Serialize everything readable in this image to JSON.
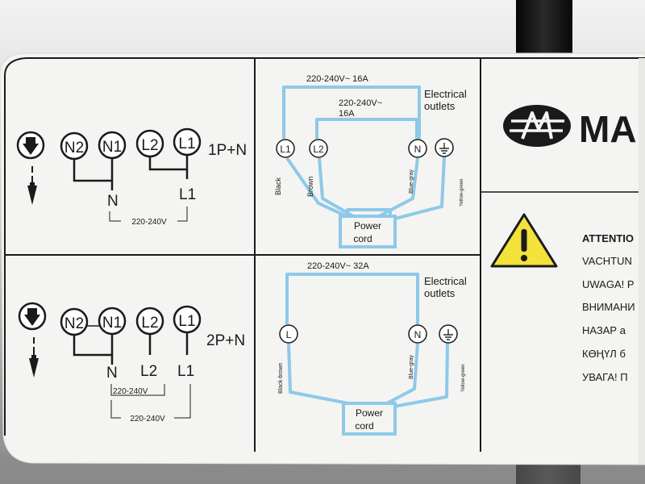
{
  "colors": {
    "wire": "#8ec9e8",
    "line": "#1a1a1a",
    "sticker": "#f4f4f2",
    "warning": "#f2e23a",
    "cable": "#141414"
  },
  "panel_1p": {
    "terminals": [
      "N2",
      "N1",
      "L2",
      "L1"
    ],
    "config": "1P+N",
    "bottom_left": "N",
    "bottom_right": "L1",
    "voltage": "220-240V"
  },
  "panel_2p": {
    "terminals": [
      "N2",
      "N1",
      "L2",
      "L1"
    ],
    "config": "2P+N",
    "bottom_left": "N",
    "bottom_mid": "L2",
    "bottom_right": "L1",
    "voltage_inner": "220-240V",
    "voltage_outer": "220-240V"
  },
  "wiring_1p": {
    "top_rating": "220-240V~ 16A",
    "inner_rating_1": "220-240V~",
    "inner_rating_2": "16A",
    "outlets_1": "Electrical",
    "outlets_2": "outlets",
    "terminals": [
      "L1",
      "L2",
      "N"
    ],
    "wire_labels": [
      "Black",
      "Brown",
      "Blue-gray",
      "Yellow-green"
    ],
    "cord_1": "Power",
    "cord_2": "cord"
  },
  "wiring_2p": {
    "top_rating": "220-240V~ 32A",
    "outlets_1": "Electrical",
    "outlets_2": "outlets",
    "terminals": [
      "L",
      "N"
    ],
    "wire_labels": [
      "Black-brown",
      "Blue-gray",
      "Yellow-green"
    ],
    "cord_1": "Power",
    "cord_2": "cord"
  },
  "brand": {
    "text": "MA"
  },
  "warnings": [
    "ATTENTIO",
    "VACHTUN",
    "UWAGA! P",
    "ВНИМАНИ",
    "НАЗАР а",
    "КӨҢҮЛ б",
    "УВАГА! П"
  ]
}
